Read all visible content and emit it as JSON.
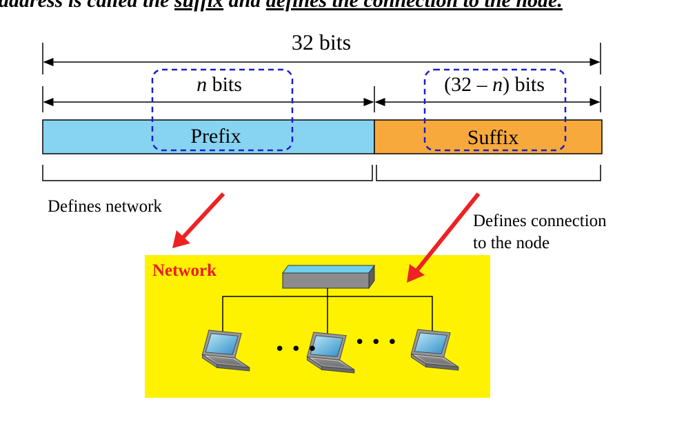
{
  "header": {
    "caption_part1": "address is called the ",
    "caption_suffix_word": "suffix",
    "caption_part2": " and ",
    "caption_defines": "defines the connection to the node."
  },
  "diagram": {
    "total_bits_label": "32 bits",
    "prefix_bits_pre": "",
    "prefix_bits_n": "n",
    "prefix_bits_post": " bits",
    "suffix_bits_pre": "(32 – ",
    "suffix_bits_n": "n",
    "suffix_bits_post": ") bits",
    "prefix_label": "Prefix",
    "suffix_label": "Suffix",
    "defines_network": "Defines network",
    "defines_connection_line1": "Defines connection",
    "defines_connection_line2": "to the node",
    "network_label": "Network",
    "ellipsis_dots": "• • •"
  },
  "colors": {
    "prefix_fill": "#87d4f2",
    "suffix_fill": "#f8a93c",
    "network_bg": "#fff200",
    "network_label": "#ed1c24",
    "arrow_red": "#ed2224",
    "dash_blue": "#1c1cc8",
    "switch_top": "#6ed0ef"
  },
  "icons": {
    "switch": "network-switch-icon",
    "laptop": "laptop-icon"
  }
}
